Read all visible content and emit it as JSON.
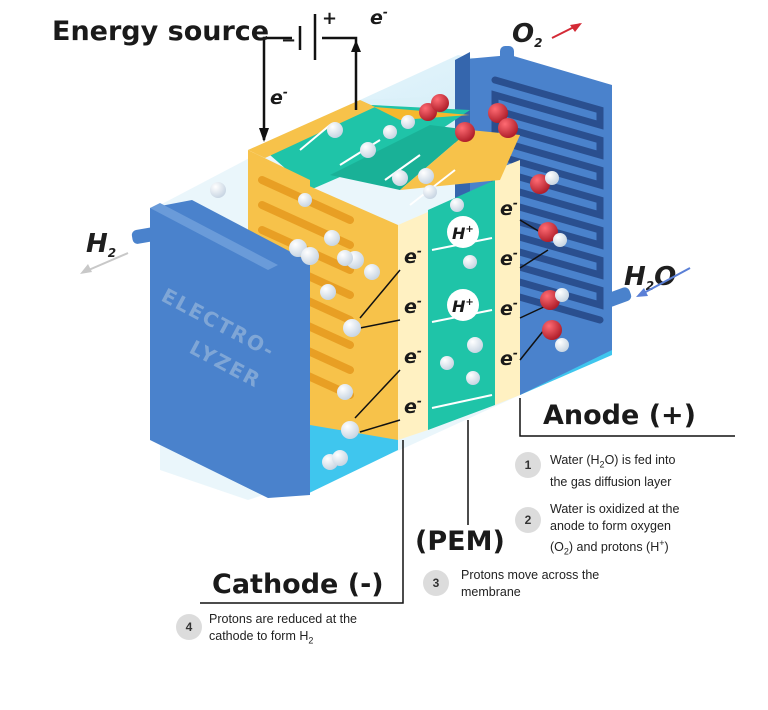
{
  "title": "Energy source",
  "terminals": {
    "minus": "−",
    "plus": "+"
  },
  "electron": "e",
  "electron_sup": "-",
  "proton": "H",
  "proton_sup": "+",
  "o2": {
    "base": "O",
    "sub": "2"
  },
  "h2": {
    "base": "H",
    "sub": "2"
  },
  "h2o": {
    "a": "H",
    "sub": "2",
    "b": "O"
  },
  "watermark": [
    "ELECTRO-",
    "LYZER"
  ],
  "anode_label": "Anode (+)",
  "cathode_label": "Cathode (-)",
  "pem_label": "(PEM)",
  "steps": [
    {
      "num": "1",
      "line1": "Water (H",
      "sub1": "2",
      "line1b": "O) is fed into",
      "line2": "the gas diffusion layer"
    },
    {
      "num": "2",
      "line1": "Water is oxidized at the",
      "line2": "anode to form oxygen",
      "line3a": "(O",
      "sub3": "2",
      "line3b": ") and protons (H",
      "sup3": "+",
      "line3c": ")"
    },
    {
      "num": "3",
      "line1": "Protons move across the",
      "line2": "membrane"
    },
    {
      "num": "4",
      "line1": "Protons are reduced at the",
      "line2a": "cathode to form H",
      "sub2": "2"
    }
  ],
  "colors": {
    "housing": "#4a82cc",
    "gdl_yellow": "#f7c24a",
    "membrane": "#1fc4a8",
    "water": "#3fc6ee",
    "oxygen": "#d42a36"
  }
}
